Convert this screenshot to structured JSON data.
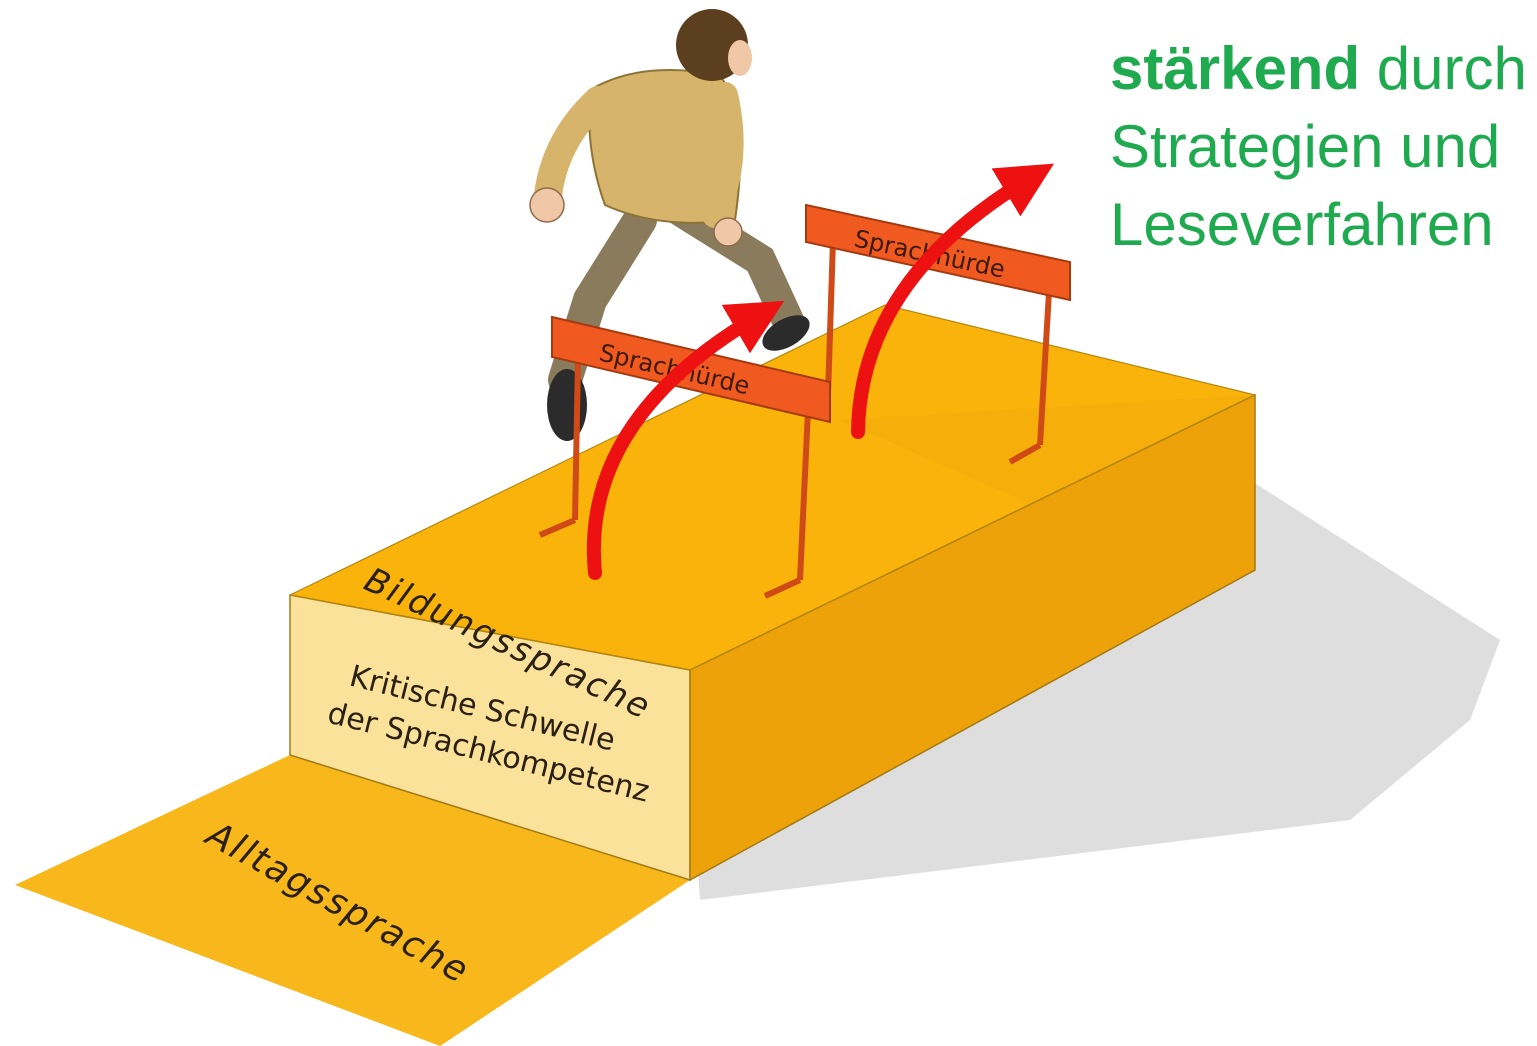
{
  "caption": {
    "bold_word": "stärkend",
    "line1_rest": "durch",
    "line2": "Strategien und",
    "line3": "Leseverfahren",
    "color": "#1faa50"
  },
  "labels": {
    "top_surface": "Bildungssprache",
    "step_face_line1": "Kritische Schwelle",
    "step_face_line2": "der Sprachkompetenz",
    "ground": "Alltagssprache",
    "hurdle_near": "Sprachhürde",
    "hurdle_far": "Sprachhürde"
  },
  "colors": {
    "platform_top": "#f9b30a",
    "platform_front": "#fbe29a",
    "platform_side": "#eea20a",
    "ground": "#f8b71a",
    "hurdle": "#f0591f",
    "arrow": "#ee1111",
    "shadow": "#dcdcdc"
  },
  "icons": {
    "figure": "runner-figure",
    "arrows": "curved-arrow-icon"
  }
}
